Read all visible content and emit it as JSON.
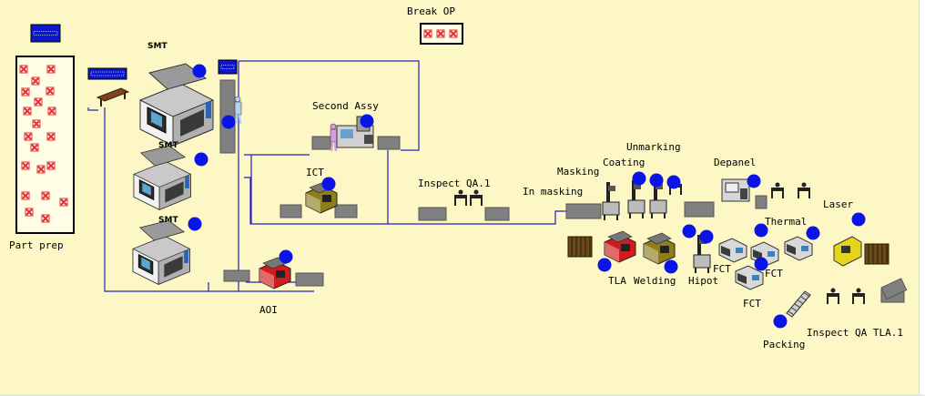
{
  "colors": {
    "background": "#fcf7c4",
    "line": "#2222bb",
    "dot": "#0a14e6",
    "buffer": "#808080",
    "machine_body": "#d9d9d9",
    "machine_red": "#d21c1c",
    "machine_olive": "#8e7d1a",
    "laser_yellow": "#e6d41c",
    "part_marker": "#e03030"
  },
  "labels": {
    "part_prep": "Part prep",
    "smt_1": "SMT",
    "smt_2": "SMT",
    "smt_3": "SMT",
    "aoi": "AOI",
    "ict": "ICT",
    "second_assy": "Second Assy",
    "break_op": "Break OP",
    "inspect_qa1": "Inspect QA.1",
    "masking": "Masking",
    "in_masking": "In masking",
    "coating": "Coating",
    "unmarking": "Unmarking",
    "depanel": "Depanel",
    "thermal": "Thermal",
    "laser": "Laser",
    "tla": "TLA",
    "welding": "Welding",
    "hipot": "Hipot",
    "fct_1": "FCT",
    "fct_2": "FCT",
    "fct_3": "FCT",
    "packing": "Packing",
    "inspect_qa_tla1": "Inspect QA TLA.1"
  },
  "icons": {
    "source": "source-icon",
    "part_marker": "part-marker-icon",
    "machining_center": "machining-center-icon",
    "operator": "operator-icon",
    "workbench": "workbench-icon",
    "status_dot": "status-dot-icon",
    "buffer": "buffer-icon"
  }
}
